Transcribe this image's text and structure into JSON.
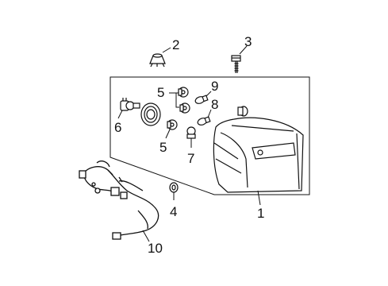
{
  "diagram": {
    "callouts": [
      {
        "id": "c1",
        "label": "1",
        "part": "tail-lamp-assembly"
      },
      {
        "id": "c2",
        "label": "2",
        "part": "grommet"
      },
      {
        "id": "c3",
        "label": "3",
        "part": "bolt"
      },
      {
        "id": "c4",
        "label": "4",
        "part": "nut"
      },
      {
        "id": "c5a",
        "label": "5",
        "part": "bulb-socket-upper"
      },
      {
        "id": "c5b",
        "label": "5",
        "part": "bulb-socket-lower"
      },
      {
        "id": "c6",
        "label": "6",
        "part": "socket"
      },
      {
        "id": "c7",
        "label": "7",
        "part": "bulb"
      },
      {
        "id": "c8",
        "label": "8",
        "part": "bulb"
      },
      {
        "id": "c9",
        "label": "9",
        "part": "bulb"
      },
      {
        "id": "c10",
        "label": "10",
        "part": "wiring-harness"
      }
    ]
  },
  "icons": {
    "grommet": "grommet-icon",
    "bolt": "bolt-icon",
    "nut": "nut-icon",
    "socket": "socket-icon",
    "bulb": "bulb-icon",
    "gasket": "gasket-icon",
    "tail_lamp": "tail-lamp-icon",
    "harness": "wiring-harness-icon"
  },
  "colors": {
    "line": "#111111",
    "background": "#ffffff"
  }
}
